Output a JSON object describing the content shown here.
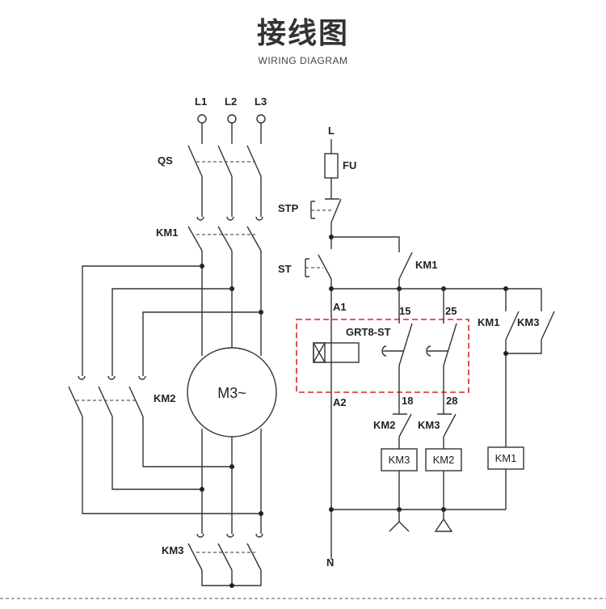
{
  "title_zh": "接线图",
  "title_en": "WIRING DIAGRAM",
  "main_circuit": {
    "phases": [
      "L1",
      "L2",
      "L3"
    ],
    "switch_qs": "QS",
    "contactor_km1": "KM1",
    "contactor_km2": "KM2",
    "contactor_km3": "KM3",
    "motor": "M3~"
  },
  "control_circuit": {
    "line": "L",
    "fuse": "FU",
    "stop_button": "STP",
    "start_button": "ST",
    "km1_contact": "KM1",
    "terminal_a1": "A1",
    "terminal_a2": "A2",
    "terminal_15": "15",
    "terminal_25": "25",
    "terminal_18": "18",
    "terminal_28": "28",
    "relay_model": "GRT8-ST",
    "interlock_km2": "KM2",
    "interlock_km3": "KM3",
    "coil_left": "KM3",
    "coil_mid": "KM2",
    "coil_right": "KM1",
    "holding_km1": "KM1",
    "holding_km3": "KM3",
    "neutral": "N"
  },
  "colors": {
    "relay_box": "#d9262c",
    "line": "#333333"
  }
}
